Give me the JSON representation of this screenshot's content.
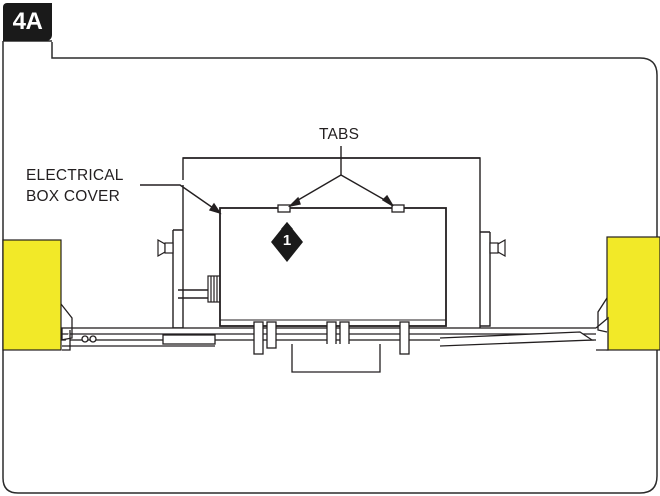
{
  "step": {
    "label": "4A"
  },
  "callouts": {
    "tabs": "TABS",
    "electrical_box_cover_line1": "ELECTRICAL",
    "electrical_box_cover_line2": "BOX COVER"
  },
  "marker": {
    "number": "1"
  },
  "colors": {
    "ink": "#231f20",
    "badge": "#1a1a1a",
    "yellow_block": "#f2e928",
    "frame_stroke": "#2b2b2b"
  }
}
